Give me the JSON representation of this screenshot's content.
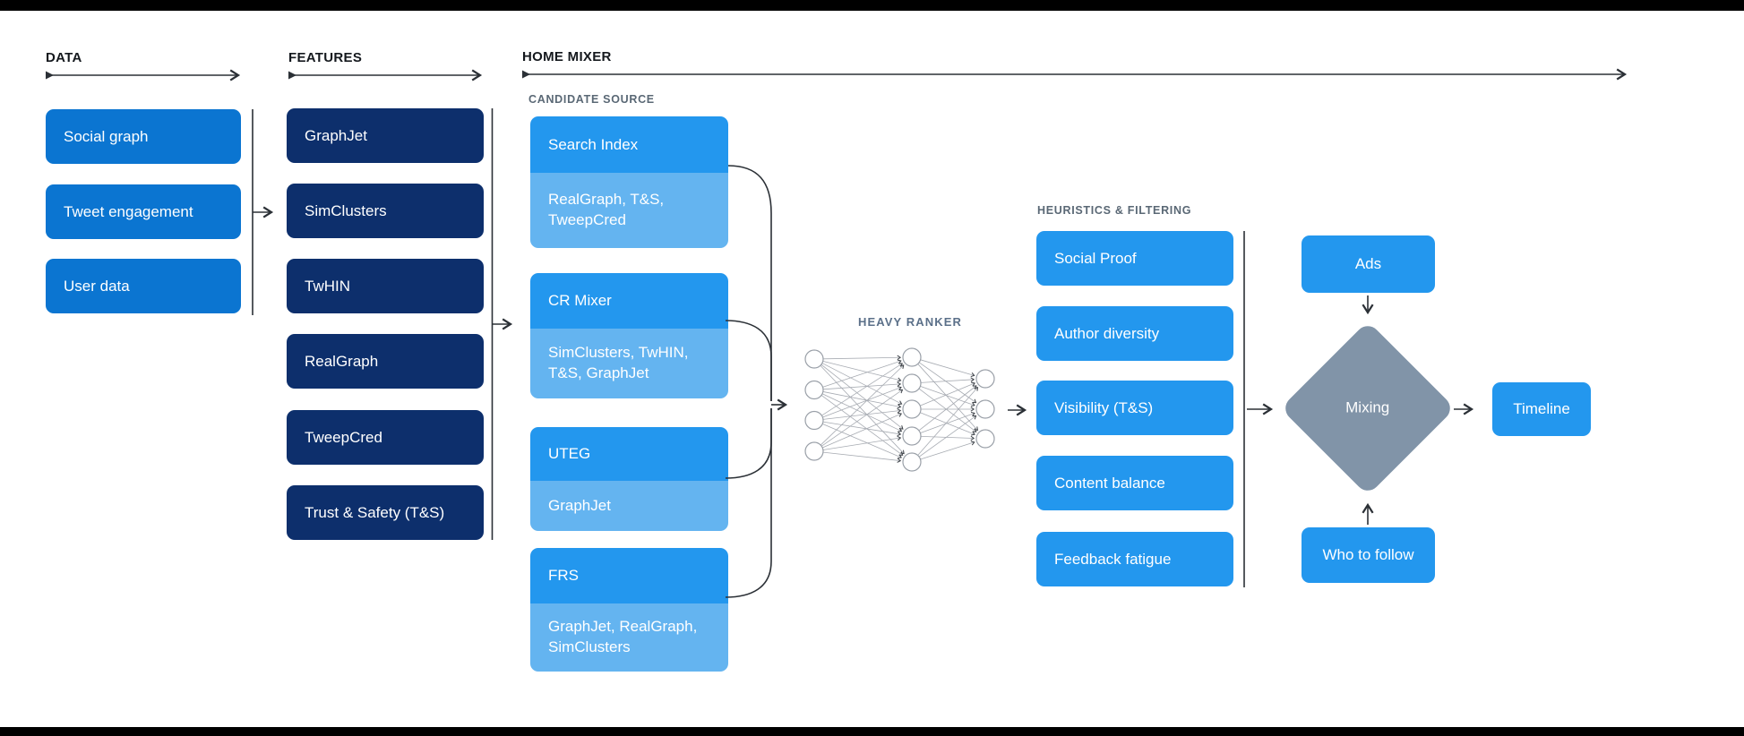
{
  "data_col": {
    "header": "DATA",
    "boxes": [
      "Social graph",
      "Tweet engagement",
      "User data"
    ]
  },
  "features_col": {
    "header": "FEATURES",
    "boxes": [
      "GraphJet",
      "SimClusters",
      "TwHIN",
      "RealGraph",
      "TweepCred",
      "Trust & Safety (T&S)"
    ]
  },
  "home_mixer": {
    "header": "HOME MIXER",
    "candidate_source": {
      "header": "CANDIDATE SOURCE",
      "boxes": [
        {
          "title": "Search Index",
          "sources": "RealGraph, T&S, TweepCred"
        },
        {
          "title": "CR Mixer",
          "sources": "SimClusters, TwHIN, T&S, GraphJet"
        },
        {
          "title": "UTEG",
          "sources": "GraphJet"
        },
        {
          "title": "FRS",
          "sources": "GraphJet, RealGraph, SimClusters"
        }
      ]
    },
    "heavy_ranker": {
      "header": "HEAVY RANKER"
    },
    "heuristics": {
      "header": "HEURISTICS & FILTERING",
      "boxes": [
        "Social Proof",
        "Author diversity",
        "Visibility (T&S)",
        "Content balance",
        "Feedback fatigue"
      ]
    },
    "mixing_stage": {
      "ads_label": "Ads",
      "mixing_label": "Mixing",
      "who_to_follow_label": "Who to follow",
      "timeline_label": "Timeline"
    }
  },
  "colors": {
    "data_box": "#0b75d1",
    "feature_box": "#0d2f6c",
    "candidate_header_box": "#2397ee",
    "candidate_sub_box": "#64b4f0",
    "filter_box": "#2397ee",
    "mixing_diamond": "#8194a8",
    "connector": "#2b3036",
    "section_label": "#14181d",
    "muted_label": "#5a6875"
  }
}
